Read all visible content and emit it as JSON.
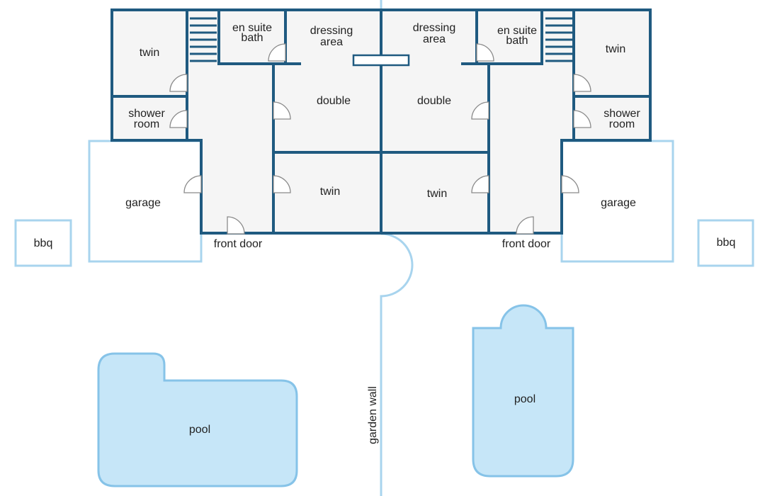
{
  "colors": {
    "wall": "#1f5a80",
    "interior": "#f5f5f5",
    "outline_light": "#a8d4ee",
    "pool_fill": "#c6e6f8",
    "pool_stroke": "#86c3e8",
    "door": "#8a8a8a",
    "text": "#222222"
  },
  "labels": {
    "left": {
      "twin_top": "twin",
      "shower_1": "shower",
      "shower_2": "room",
      "ensuite_1": "en suite",
      "ensuite_2": "bath",
      "dressing_1": "dressing",
      "dressing_2": "area",
      "double": "double",
      "twin_mid": "twin",
      "garage": "garage",
      "front_door": "front door",
      "bbq": "bbq",
      "pool": "pool"
    },
    "right": {
      "twin_top": "twin",
      "shower_1": "shower",
      "shower_2": "room",
      "ensuite_1": "en suite",
      "ensuite_2": "bath",
      "dressing_1": "dressing",
      "dressing_2": "area",
      "double": "double",
      "twin_mid": "twin",
      "garage": "garage",
      "front_door": "front door",
      "bbq": "bbq",
      "pool": "pool"
    },
    "garden_wall": "garden wall"
  }
}
